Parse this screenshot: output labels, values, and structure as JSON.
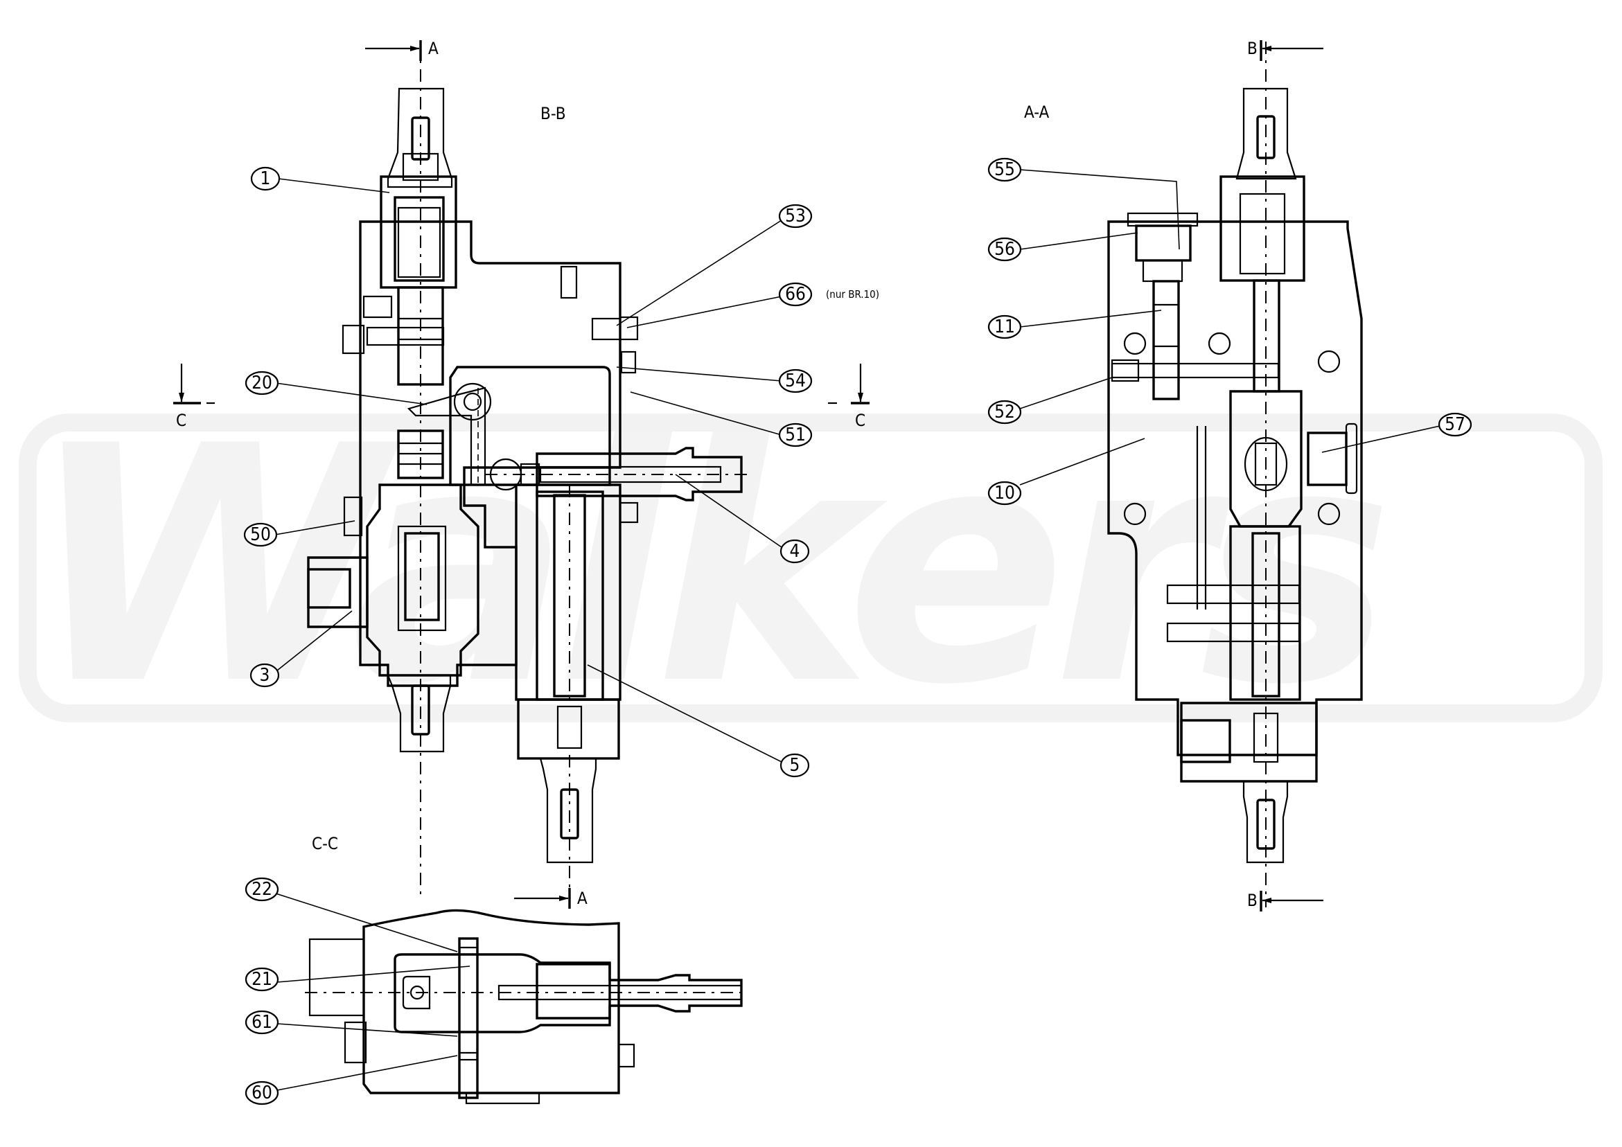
{
  "drawing": {
    "watermark": "Walkers",
    "views": {
      "bb": {
        "title": "B-B"
      },
      "aa": {
        "title": "A-A"
      },
      "cc": {
        "title": "C-C"
      }
    },
    "section_markers": {
      "a_top": "A",
      "a_bottom": "A",
      "b_top": "B",
      "b_bottom": "B",
      "c_left": "C",
      "c_right": "C"
    },
    "callouts": {
      "bb": [
        {
          "id": "1",
          "label": "1"
        },
        {
          "id": "53",
          "label": "53"
        },
        {
          "id": "66",
          "label": "66",
          "note": "(nur BR.10)"
        },
        {
          "id": "54",
          "label": "54"
        },
        {
          "id": "20",
          "label": "20"
        },
        {
          "id": "51",
          "label": "51"
        },
        {
          "id": "50",
          "label": "50"
        },
        {
          "id": "4",
          "label": "4"
        },
        {
          "id": "3",
          "label": "3"
        },
        {
          "id": "5",
          "label": "5"
        }
      ],
      "aa": [
        {
          "id": "55",
          "label": "55"
        },
        {
          "id": "56",
          "label": "56"
        },
        {
          "id": "11",
          "label": "11"
        },
        {
          "id": "52",
          "label": "52"
        },
        {
          "id": "10",
          "label": "10"
        },
        {
          "id": "57",
          "label": "57"
        }
      ],
      "cc": [
        {
          "id": "22",
          "label": "22"
        },
        {
          "id": "21",
          "label": "21"
        },
        {
          "id": "61",
          "label": "61"
        },
        {
          "id": "60",
          "label": "60"
        }
      ]
    },
    "colors": {
      "line": "#000000",
      "background": "#ffffff",
      "watermark": "#f3f3f3"
    }
  }
}
